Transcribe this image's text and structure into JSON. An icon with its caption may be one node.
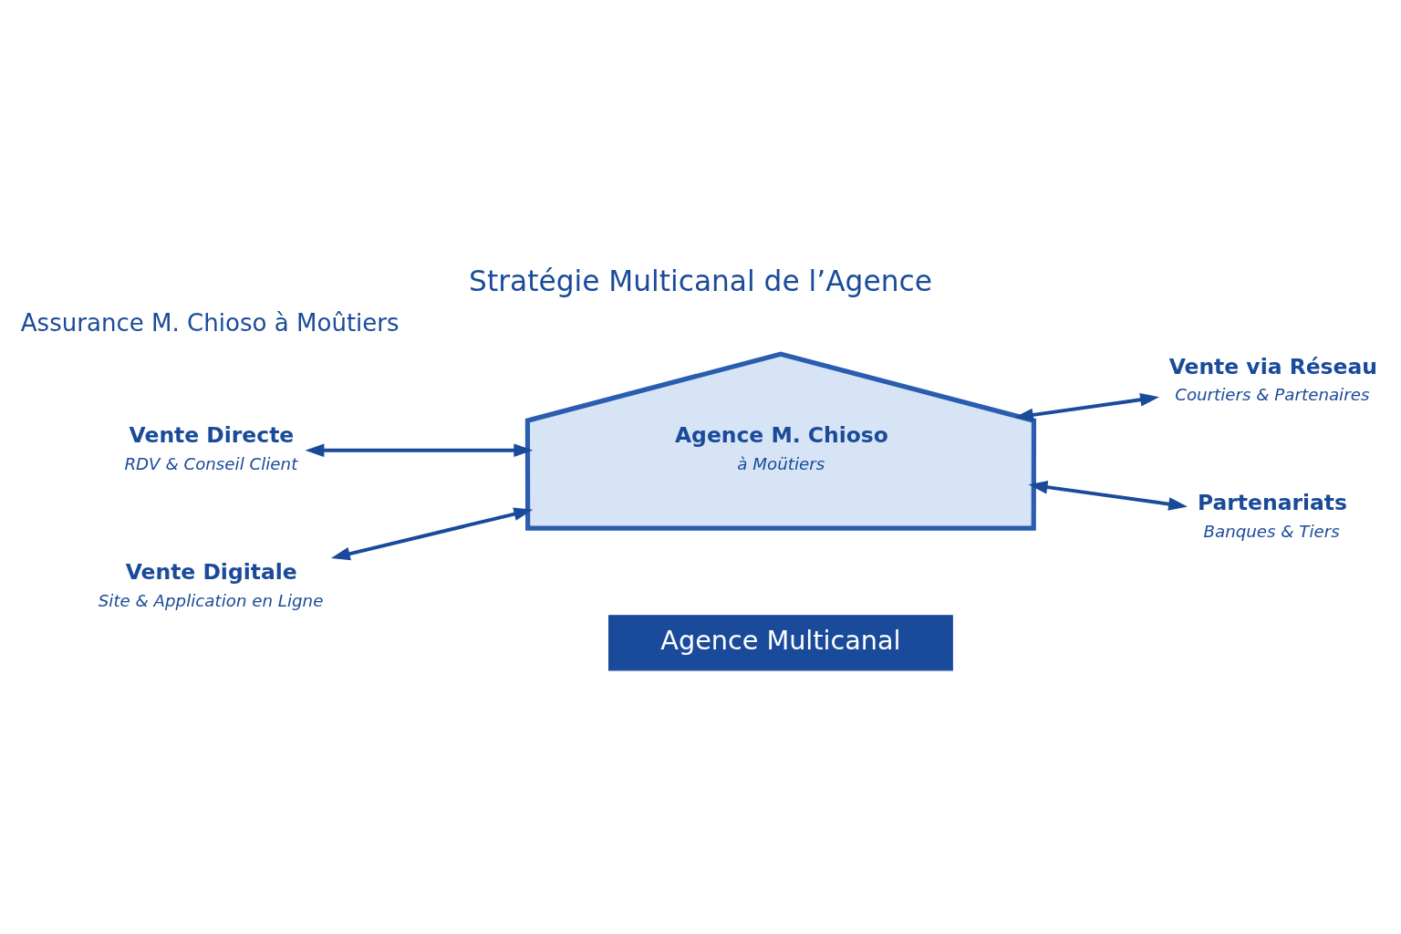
{
  "diagram": {
    "title": "Stratégie Multicanal de l’Agence",
    "nodes": [
      {
        "text": [
          "Agence M. Chioso",
          "à Moütiers"
        ]
      },
      {
        "text": [
          "Vente Directe",
          "RDV & Conseil Client"
        ]
      },
      {
        "text": [
          "Vente via Réseau",
          "Courtiers & Partenaires"
        ]
      },
      {
        "text": [
          "Vente Digitale",
          "Site & Application en Ligne"
        ]
      },
      {
        "text": [
          "Partenariats",
          "Banques & Tiers"
        ]
      }
    ],
    "edges": [
      {
        "from": 1,
        "to": 0,
        "arrow": "both"
      },
      {
        "from": 3,
        "to": 0,
        "arrow": "both"
      },
      {
        "from": 0,
        "to": 2,
        "arrow": "both"
      },
      {
        "from": 0,
        "to": 4,
        "arrow": "both"
      }
    ],
    "labels": [
      "Assurance M. Chioso à Moûtiers",
      "Agence Multicanal"
    ]
  }
}
